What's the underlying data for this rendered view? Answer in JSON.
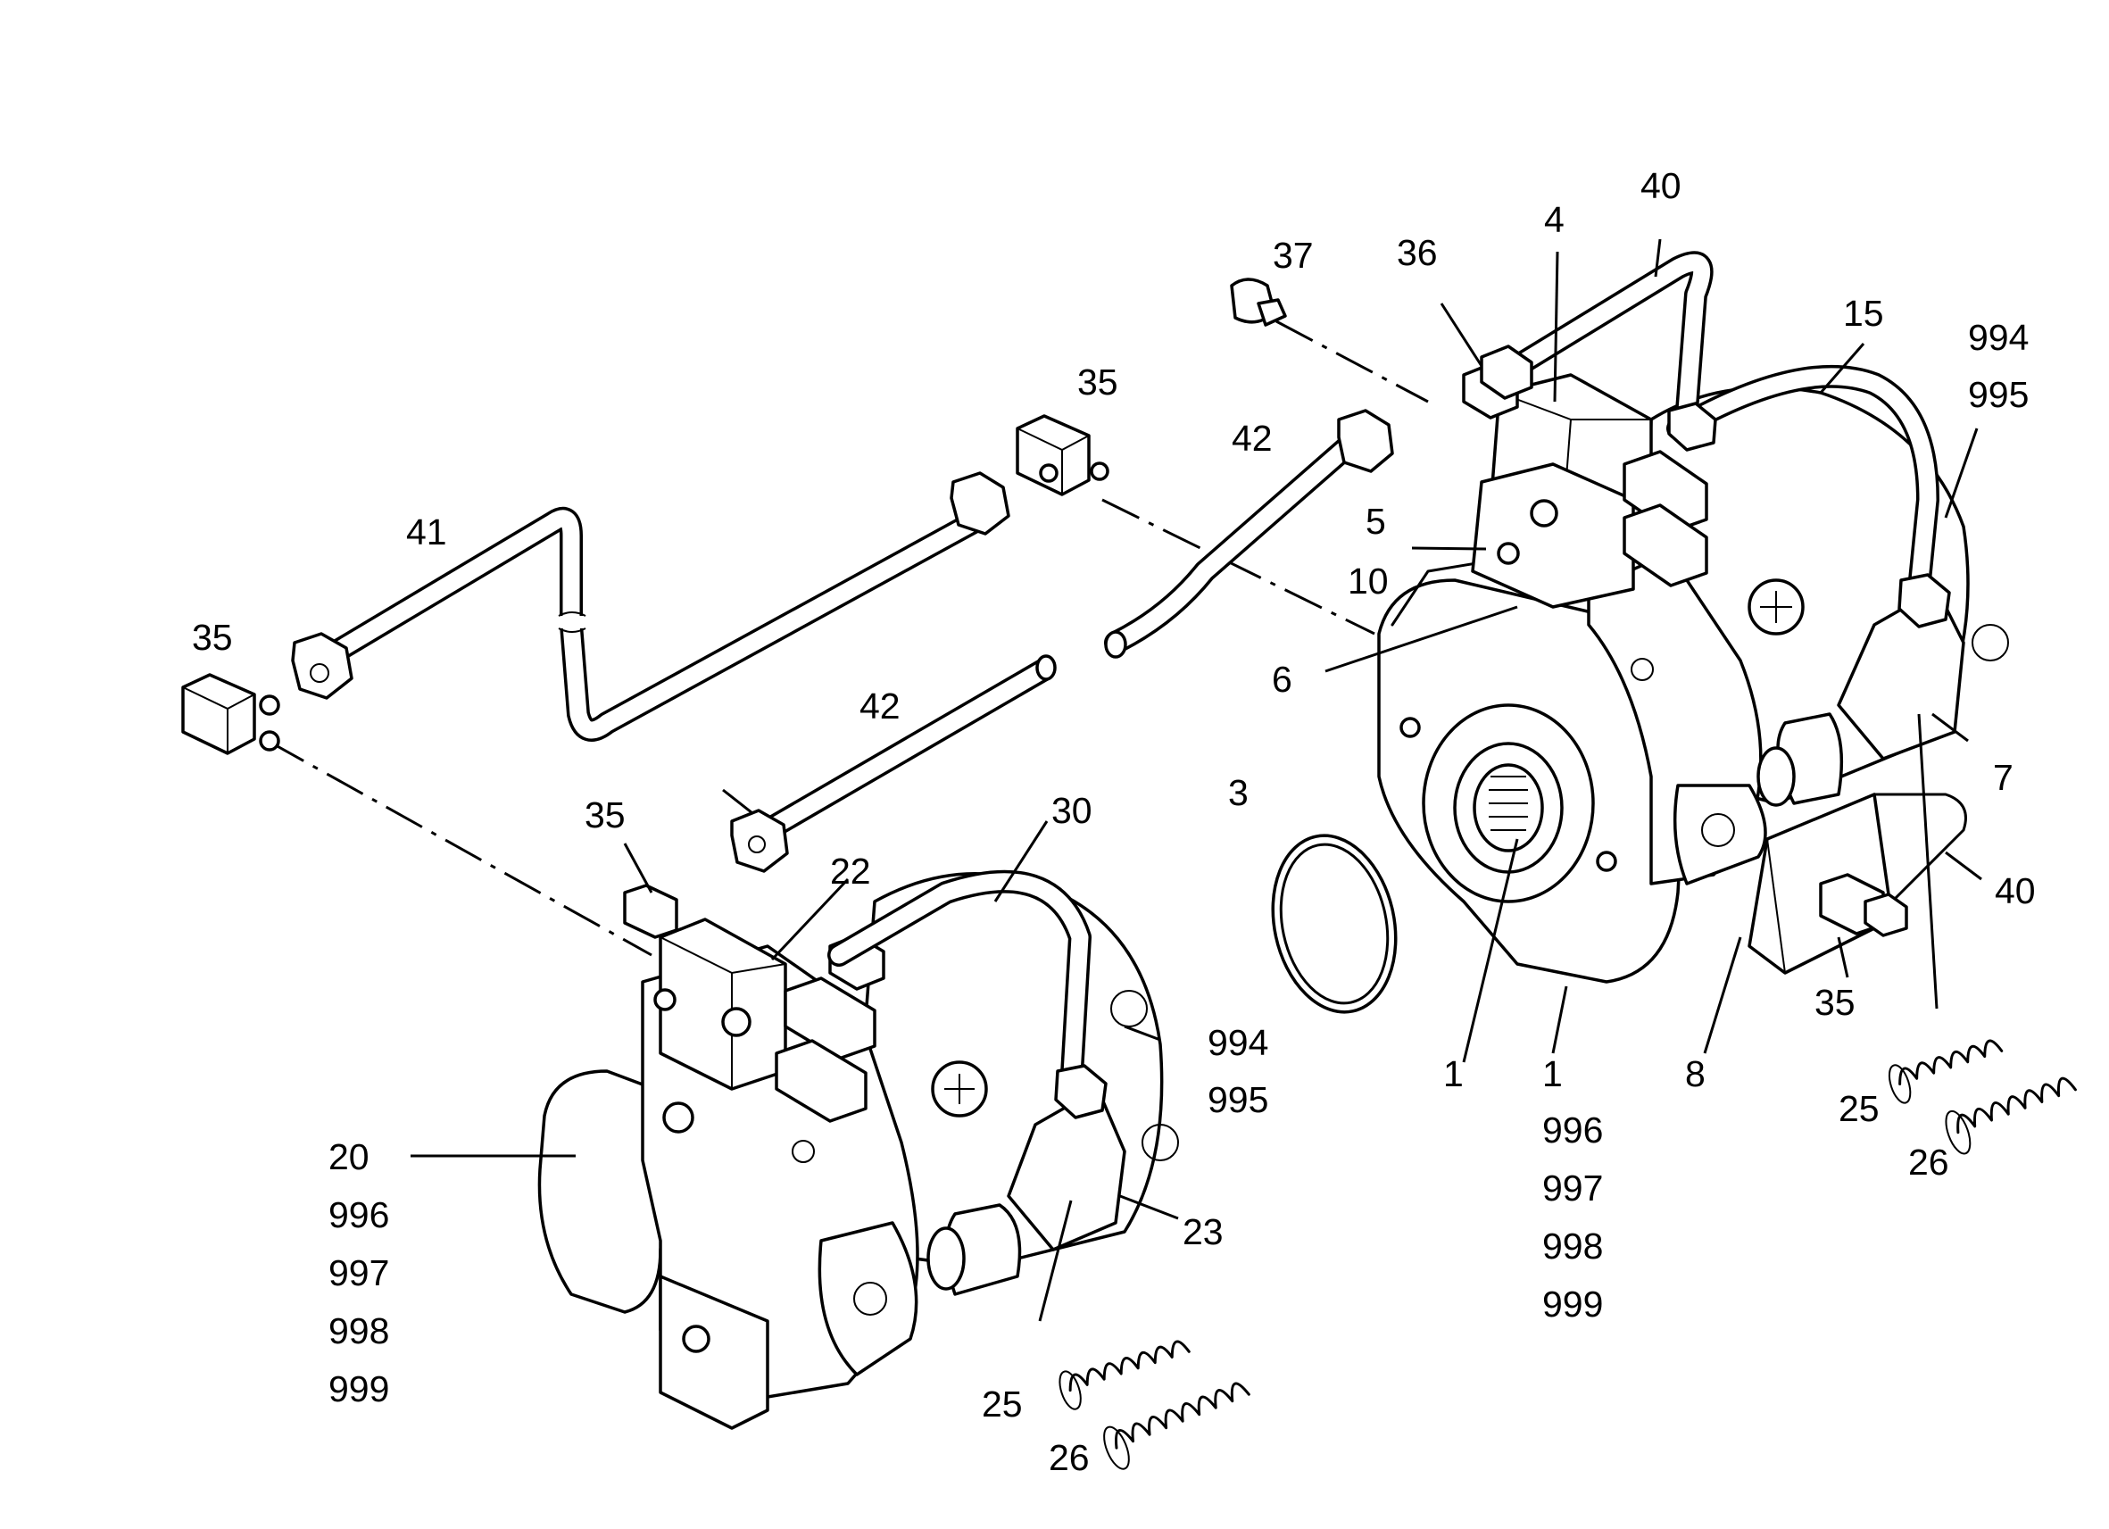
{
  "colors": {
    "line": "#000000",
    "background": "#ffffff"
  },
  "callouts": {
    "c40_top": "40",
    "c4": "4",
    "c36": "36",
    "c37": "37",
    "c15": "15",
    "c994_r": "994",
    "c995_r": "995",
    "c35_top": "35",
    "c42_top": "42",
    "c41": "41",
    "c5": "5",
    "c10": "10",
    "c6": "6",
    "c35_left": "35",
    "c42_mid": "42",
    "c3": "3",
    "c7": "7",
    "c40_right": "40",
    "c35_mid": "35",
    "c30": "30",
    "c22": "22",
    "c994_l": "994",
    "c995_l": "995",
    "c20": "20",
    "c996_l": "996",
    "c997_l": "997",
    "c998_l": "998",
    "c999_l": "999",
    "c23": "23",
    "c25_l": "25",
    "c26_l": "26",
    "c1_a": "1",
    "c1_b": "1",
    "c996_r": "996",
    "c997_r": "997",
    "c998_r": "998",
    "c999_r": "999",
    "c8": "8",
    "c35_right": "35",
    "c25_r": "25",
    "c26_r": "26"
  }
}
